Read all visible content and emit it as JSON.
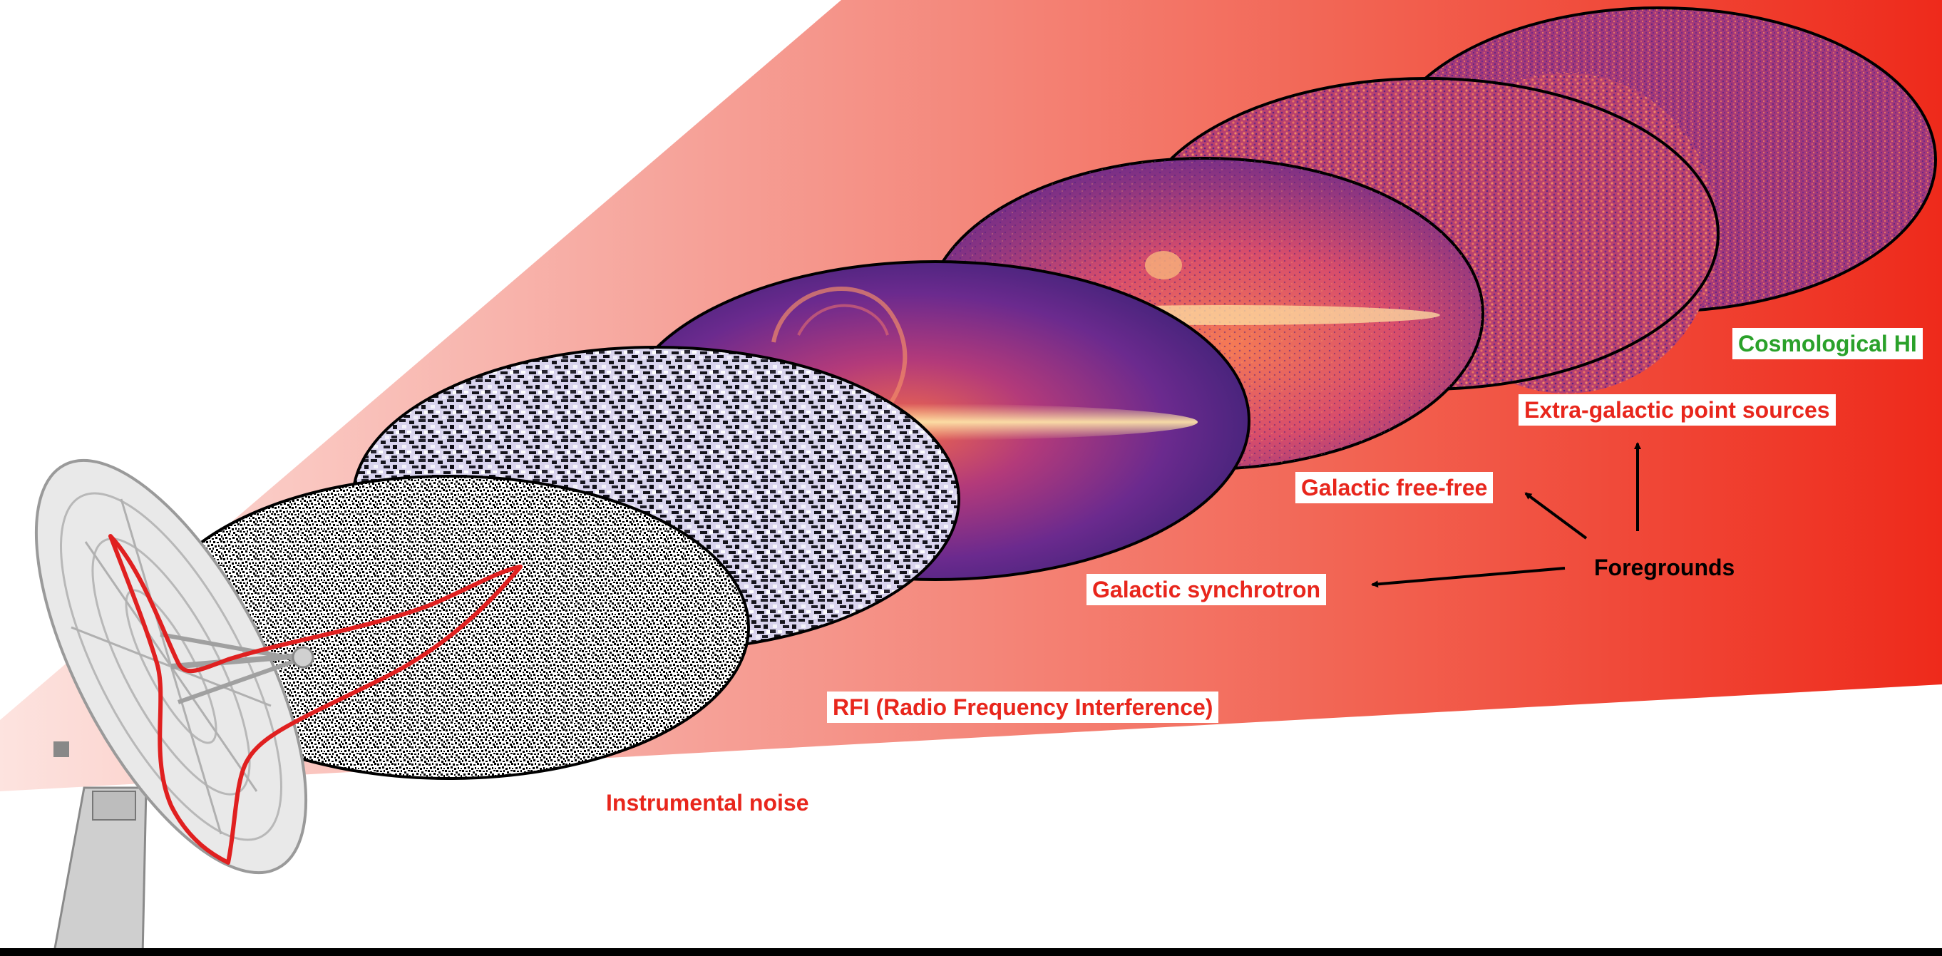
{
  "colors": {
    "beam_start": "#fbd9d5",
    "beam_end": "#ee2a1b",
    "label_red": "#e8261c",
    "label_green": "#2aa12a",
    "arrow": "#000000",
    "beam_trace": "#e02020"
  },
  "layers": [
    {
      "name": "Instrumental noise",
      "style": "noise-bw"
    },
    {
      "name": "RFI (Radio Frequency Interference)",
      "style": "noise-lavender"
    },
    {
      "name": "Galactic synchrotron",
      "style": "magma-galaxy"
    },
    {
      "name": "Galactic free-free",
      "style": "magma-warm"
    },
    {
      "name": "Extra-galactic point sources",
      "style": "magma-speckle"
    },
    {
      "name": "Cosmological HI",
      "style": "magma-fine"
    }
  ],
  "labels": {
    "instrumental_noise": "Instrumental noise",
    "rfi": "RFI (Radio Frequency Interference)",
    "synchrotron": "Galactic synchrotron",
    "free_free": "Galactic free-free",
    "point_sources": "Extra-galactic point sources",
    "cosmological_hi": "Cosmological HI",
    "foregrounds": "Foregrounds"
  },
  "icons": {
    "telescope": "radio-dish-icon"
  }
}
